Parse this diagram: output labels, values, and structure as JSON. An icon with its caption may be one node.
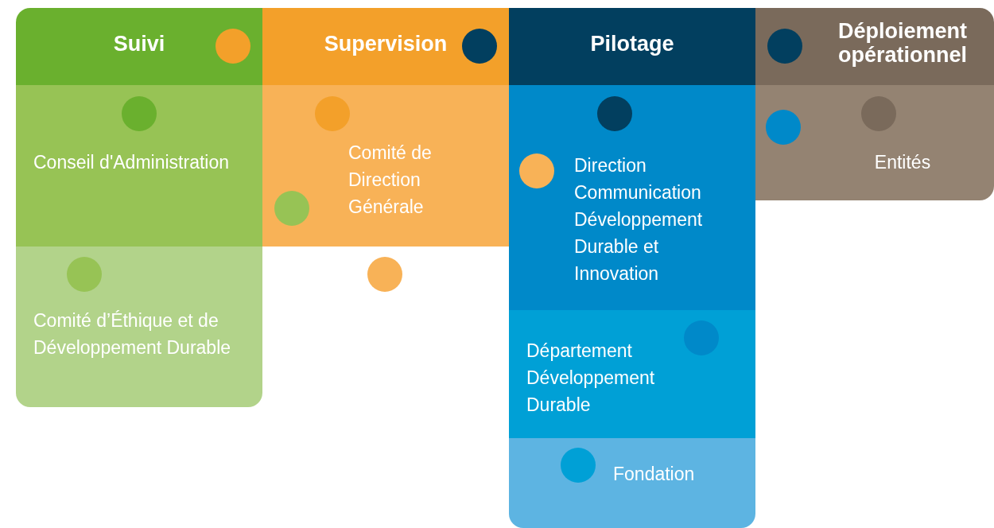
{
  "diagram": {
    "nodes": [
      {
        "text": [
          "Suivi"
        ]
      },
      {
        "text": [
          "Supervision"
        ]
      },
      {
        "text": [
          "Pilotage"
        ]
      },
      {
        "text": [
          "Déploiement opérationnel"
        ]
      },
      {
        "text": [
          "Conseil d'Administration"
        ]
      },
      {
        "text": [
          "Comité de Direction Générale"
        ]
      },
      {
        "text": [
          "Direction Communication Développement Durable et Innovation"
        ]
      },
      {
        "text": [
          "Entités"
        ]
      },
      {
        "text": [
          "Comité d’Éthique et de Développement Durable"
        ]
      },
      {
        "text": [
          "Département Développement Durable"
        ]
      },
      {
        "text": [
          "Fondation"
        ]
      }
    ]
  }
}
